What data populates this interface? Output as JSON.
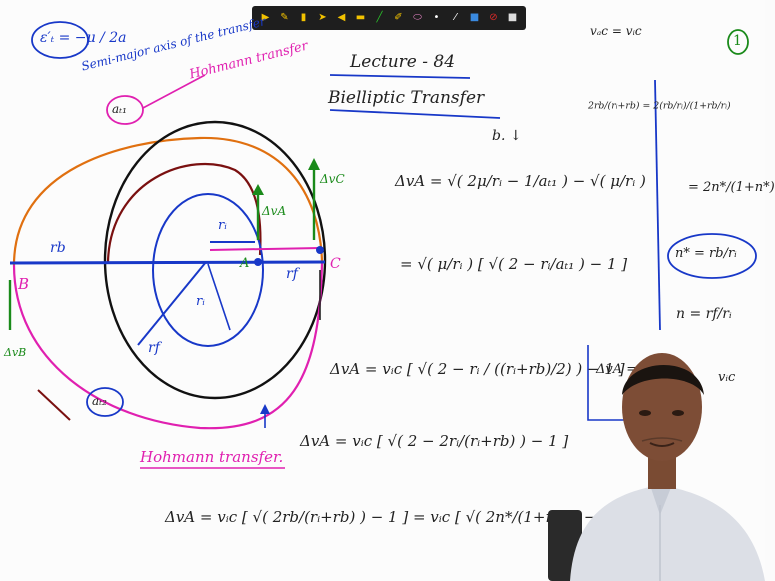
{
  "toolbar": {
    "tools": [
      {
        "name": "play-icon",
        "glyph": "▶",
        "color": "#f2c200"
      },
      {
        "name": "pen-icon",
        "glyph": "✎",
        "color": "#f2c200"
      },
      {
        "name": "marker-icon",
        "glyph": "▮",
        "color": "#f2c200"
      },
      {
        "name": "pointer-icon",
        "glyph": "➤",
        "color": "#f2c200"
      },
      {
        "name": "eraser-icon",
        "glyph": "◀",
        "color": "#f2c200"
      },
      {
        "name": "highlighter-icon",
        "glyph": "▬",
        "color": "#f2c200"
      },
      {
        "name": "brush-icon",
        "glyph": "╱",
        "color": "#2ac02a"
      },
      {
        "name": "pencil-icon",
        "glyph": "✐",
        "color": "#f2c200"
      },
      {
        "name": "shape-icon",
        "glyph": "⬭",
        "color": "#f28ad0"
      },
      {
        "name": "dot-icon",
        "glyph": "•",
        "color": "#ffffff"
      },
      {
        "name": "line-icon",
        "glyph": "⁄",
        "color": "#ffffff"
      },
      {
        "name": "color-icon",
        "glyph": "■",
        "color": "#3a8ae0"
      },
      {
        "name": "clear-icon",
        "glyph": "⊘",
        "color": "#e02a2a"
      },
      {
        "name": "close-icon",
        "glyph": "■",
        "color": "#dddddd"
      }
    ]
  },
  "notes": {
    "energy": "ε′ₜ = −μ / 2a",
    "semi_major": "Semi-major axis of the transfer",
    "hohmann_top": "Hohmann transfer",
    "at1": "aₜ₁",
    "at2": "aₜ₂",
    "hohmann_bottom": "Hohmann transfer.",
    "title": "Lecture - 84",
    "subtitle": "Bielliptic Transfer",
    "vel_eq": "vₐc = vᵢc",
    "page_number": "1",
    "label_rb": "rb",
    "label_ri": "rᵢ",
    "label_rf": "rf",
    "label_B": "B",
    "label_A": "A",
    "label_C": "C",
    "label_dvA": "ΔvA",
    "label_dvC": "ΔvC",
    "label_dvB": "ΔvB",
    "marks": "b.        ↓",
    "eq1": "ΔvA = √( 2μ/rᵢ − 1/aₜ₁ ) − √( μ/rᵢ )",
    "eq2": "= √( μ/rᵢ ) [ √( 2 − rᵢ/aₜ₁ ) − 1 ]",
    "eq3": "ΔvA = vᵢc [ √( 2 − rᵢ / ((rᵢ+rb)/2) ) − 1 ]",
    "eq4": "ΔvA = vᵢc [ √( 2 − 2rᵢ/(rᵢ+rb) ) − 1 ]",
    "eq5": "ΔvA = vᵢc [ √( 2rb/(rᵢ+rb) ) − 1 ] = vᵢc [ √( 2n*/(1+n*) ) − 1 ]",
    "side1": "2rb/(rᵢ+rb) = 2(rb/rᵢ)/(1+rb/rᵢ)",
    "side2": "= 2n*/(1+n*)",
    "side3": "n* = rb/rᵢ",
    "side4": "n = rf/rᵢ",
    "side5": "ΔvA = √(",
    "side6": "vᵢc"
  }
}
